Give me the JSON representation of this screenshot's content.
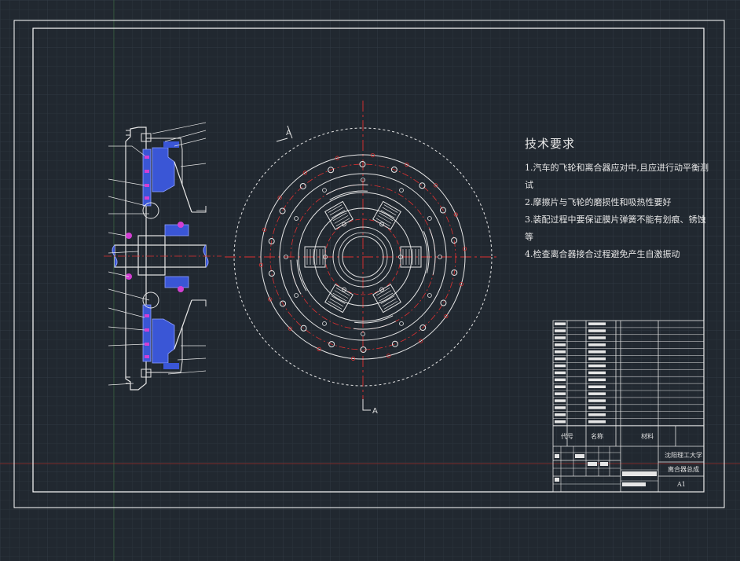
{
  "drawing": {
    "tech_requirements": {
      "title": "技术要求",
      "lines": [
        "1.汽车的飞轮和离合器应对中,且应进行动平衡测",
        "试",
        "2.摩擦片与飞轮的磨损性和吸热性要好",
        "3.装配过程中要保证膜片弹簧不能有划痕、锈蚀",
        "等",
        "4.检查离合器接合过程避免产生自激振动"
      ]
    },
    "section_marks": {
      "top": "A",
      "bottom": "A"
    },
    "title_block": {
      "col_code": "代号",
      "col_name": "名称",
      "col_material": "材料",
      "school": "沈阳理工大学",
      "drawing_name": "离合器总成",
      "sheet_size": "A1"
    }
  },
  "colors": {
    "background": "#212830",
    "grid": "#2a323b",
    "frame": "#ffffff",
    "center_line": "#e03030",
    "part": "#3a56d6"
  }
}
